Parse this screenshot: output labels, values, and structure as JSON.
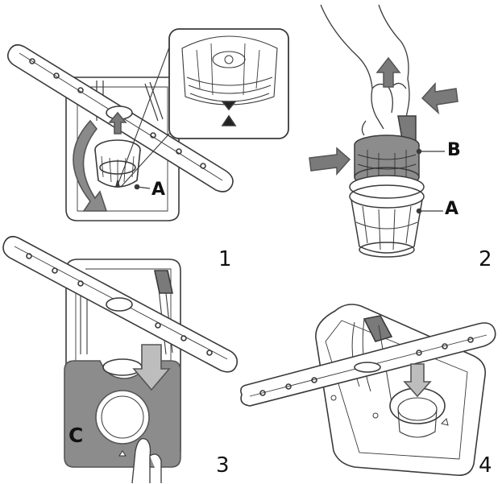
{
  "labels": {
    "a_panel1": "A",
    "b_panel2": "B",
    "a_panel2": "A",
    "c_panel3": "C"
  },
  "steps": {
    "one": "1",
    "two": "2",
    "three": "3",
    "four": "4"
  },
  "colors": {
    "line": "#3a3a3a",
    "arrow": "#7a7a7a",
    "plate": "#8c8c8c",
    "plate_edge": "#555555"
  }
}
